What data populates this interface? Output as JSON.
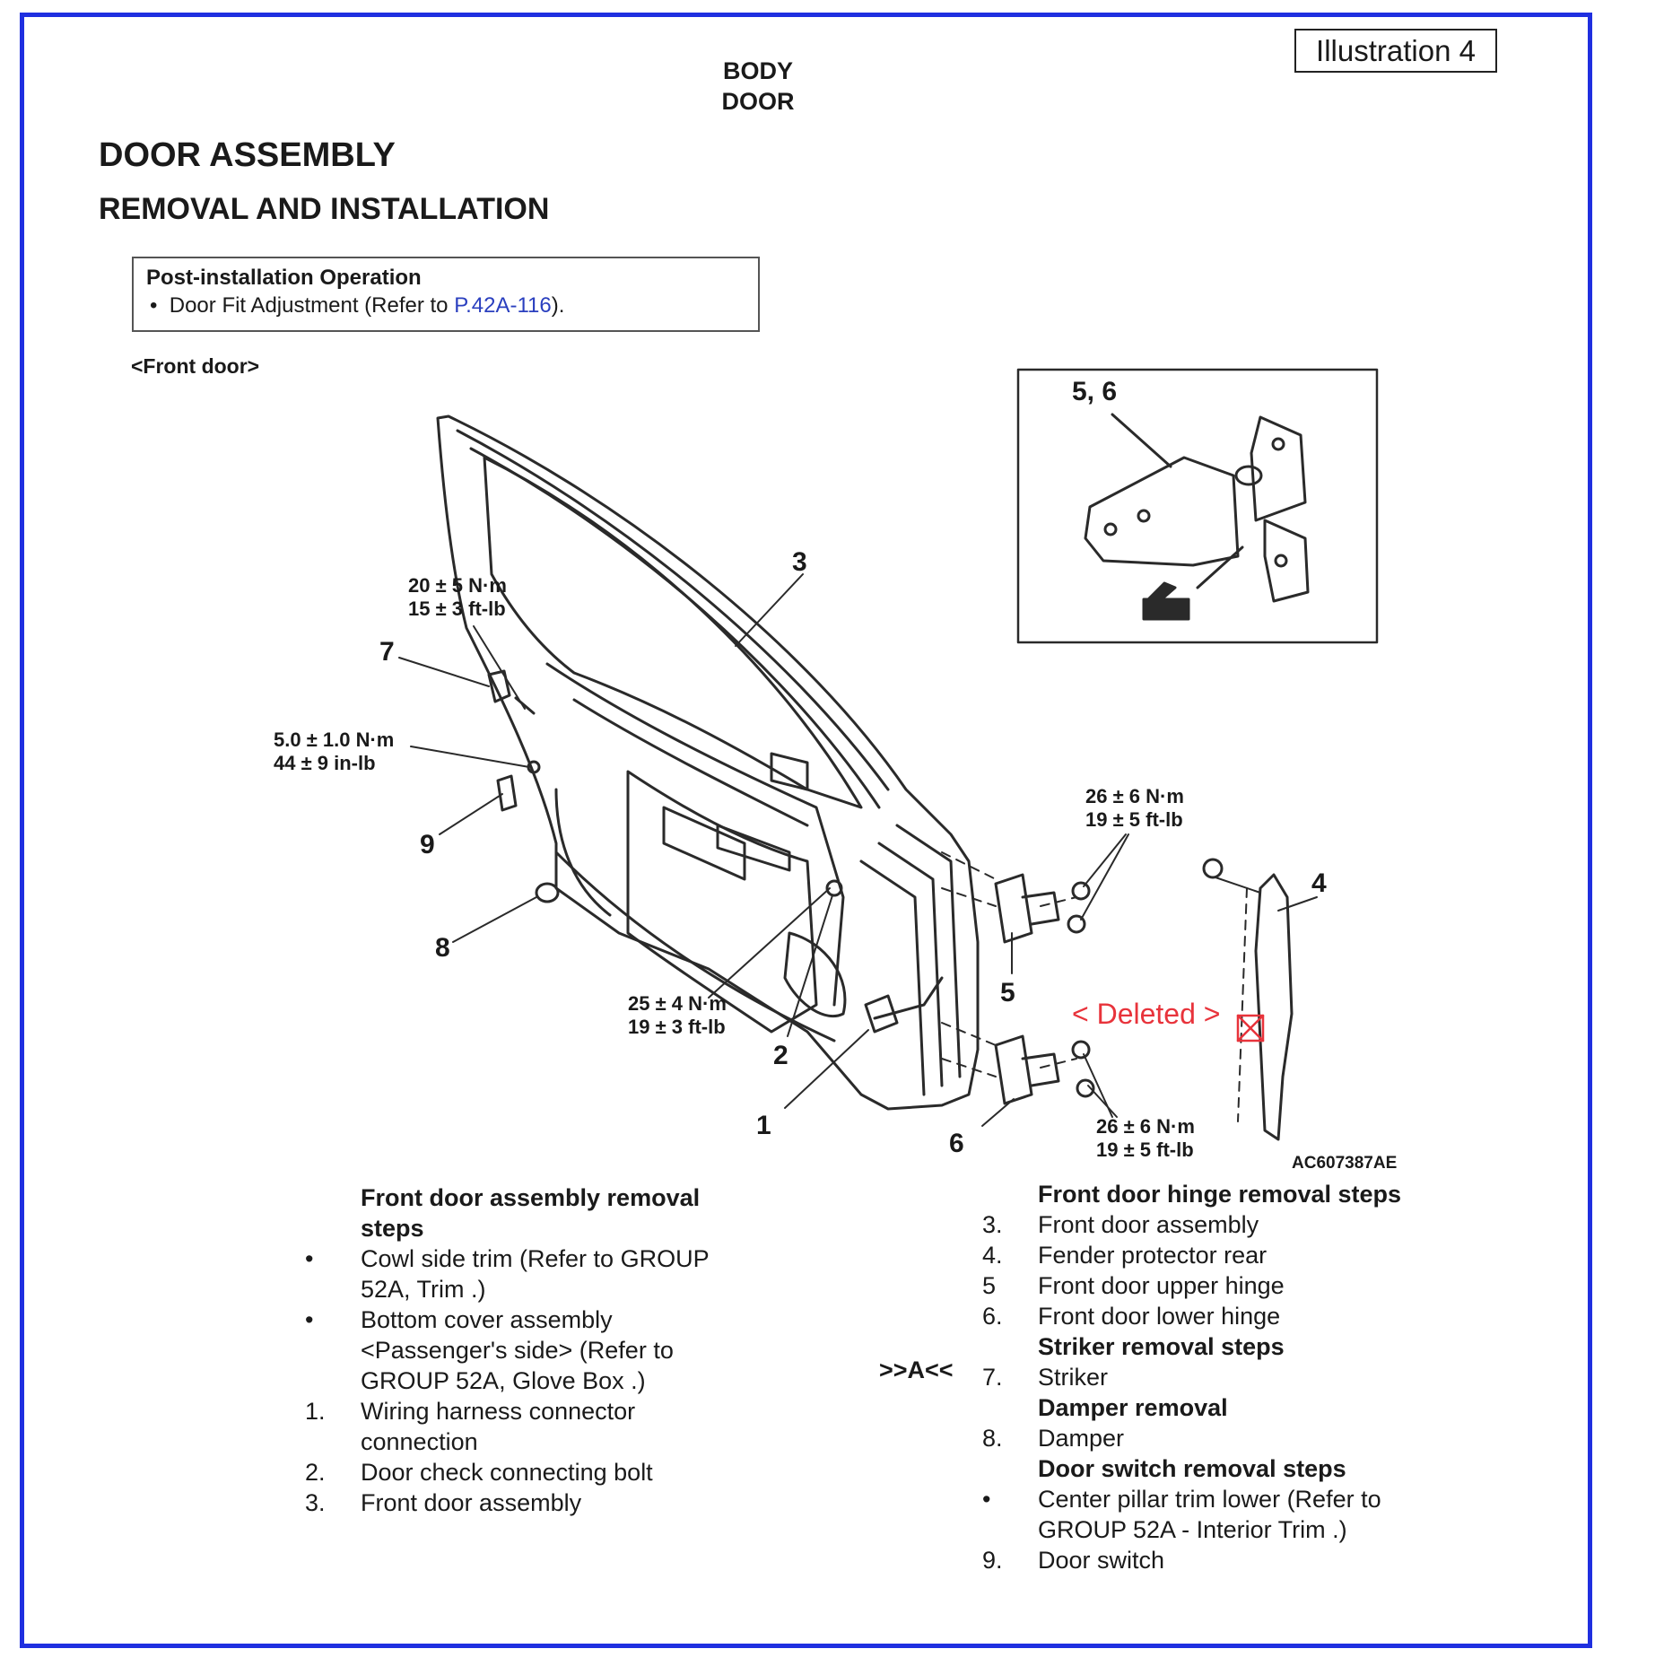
{
  "illustration_label": "Illustration 4",
  "header": {
    "line1": "BODY",
    "line2": "DOOR"
  },
  "titles": {
    "main": "DOOR ASSEMBLY",
    "sub": "REMOVAL AND INSTALLATION"
  },
  "post_install": {
    "title": "Post-installation Operation",
    "bullet": "•",
    "item_text": "Door Fit Adjustment (Refer to ",
    "item_link": "P.42A-116",
    "item_end": ")."
  },
  "section_label": "<Front door>",
  "diagram": {
    "callouts": {
      "c1": "1",
      "c2": "2",
      "c3": "3",
      "c4": "4",
      "c5": "5",
      "c6": "6",
      "c7": "7",
      "c8": "8",
      "c9": "9",
      "inset": "5, 6"
    },
    "torques": {
      "t_striker": [
        "20 ± 5 N·m",
        "15 ± 3 ft-lb"
      ],
      "t_switch": [
        "5.0 ± 1.0 N·m",
        "44 ± 9 in-lb"
      ],
      "t_check": [
        "25 ± 4 N·m",
        "19 ± 3 ft-lb"
      ],
      "t_upper": [
        "26 ± 6 N·m",
        "19 ± 5 ft-lb"
      ],
      "t_lower": [
        "26 ± 6 N·m",
        "19 ± 5 ft-lb"
      ]
    },
    "deleted_note": "< Deleted >",
    "figure_code": "AC607387AE"
  },
  "left_steps": [
    {
      "mark": "",
      "text": "Front door assembly removal steps",
      "heading": true
    },
    {
      "mark": "•",
      "text": "Cowl side trim (Refer to GROUP 52A, Trim .)"
    },
    {
      "mark": "•",
      "text": "Bottom cover assembly <Passenger's side> (Refer to GROUP 52A, Glove Box .)"
    },
    {
      "mark": "1.",
      "text": "Wiring harness connector connection"
    },
    {
      "mark": "2.",
      "text": "Door check connecting bolt"
    },
    {
      "mark": "3.",
      "text": "Front door assembly"
    }
  ],
  "right_marker": ">>A<<",
  "right_steps": [
    {
      "mark": "",
      "text": "Front door hinge removal steps",
      "heading": true
    },
    {
      "mark": "3.",
      "text": "Front door assembly"
    },
    {
      "mark": "4.",
      "text": "Fender protector rear"
    },
    {
      "mark": "5",
      "text": "Front door upper hinge"
    },
    {
      "mark": "6.",
      "text": "Front door lower hinge"
    },
    {
      "mark": "",
      "text": "Striker removal steps",
      "heading": true
    },
    {
      "mark": "7.",
      "text": "Striker"
    },
    {
      "mark": "",
      "text": "Damper removal",
      "heading": true
    },
    {
      "mark": "8.",
      "text": "Damper"
    },
    {
      "mark": "",
      "text": "Door switch removal steps",
      "heading": true
    },
    {
      "mark": "•",
      "text": "Center pillar trim lower (Refer to GROUP 52A - Interior Trim .)"
    },
    {
      "mark": "9.",
      "text": "Door switch"
    }
  ]
}
